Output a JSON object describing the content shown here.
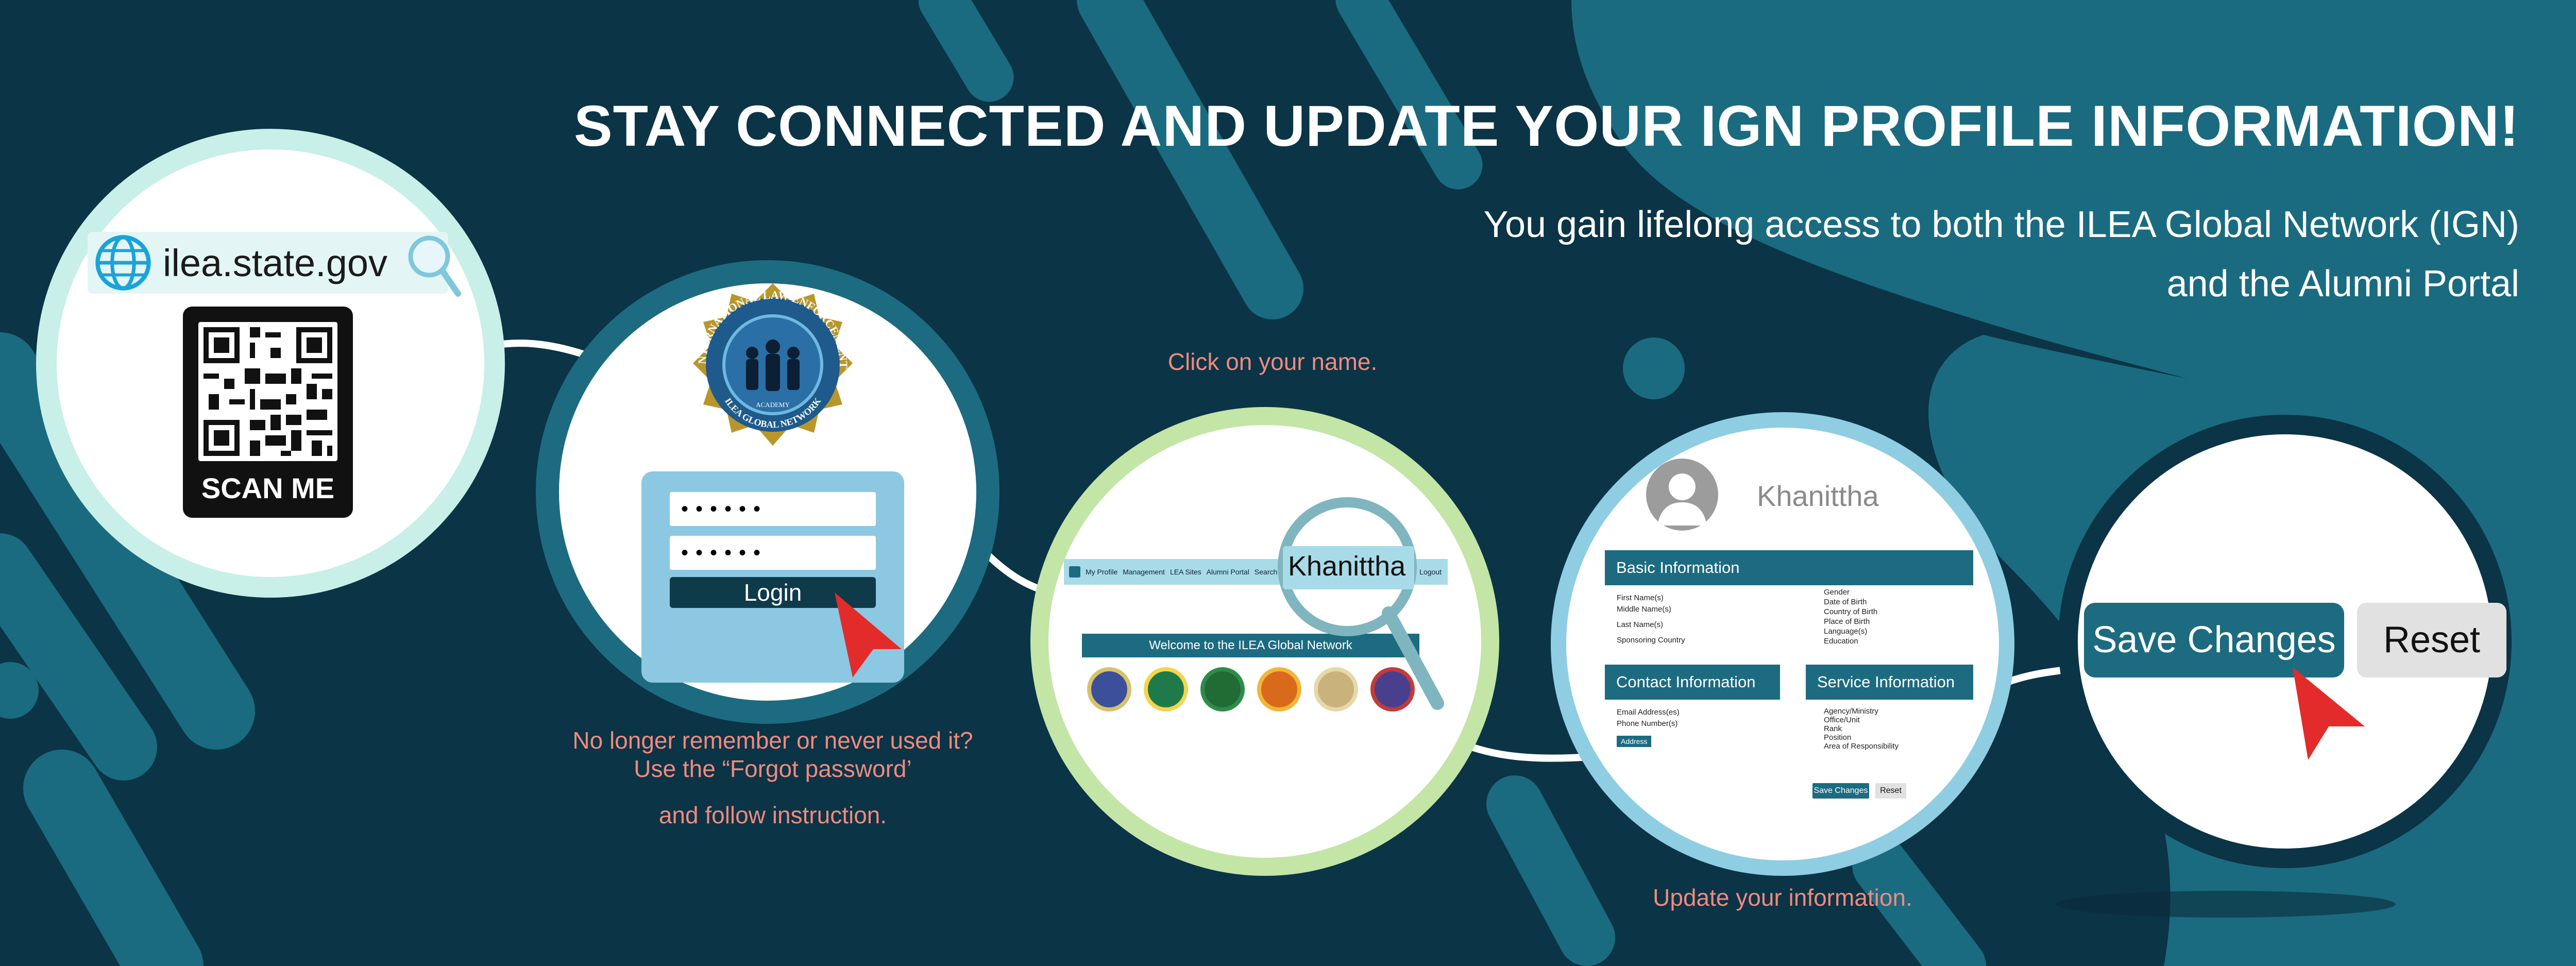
{
  "banner": {
    "headline": "STAY CONNECTED AND UPDATE YOUR IGN PROFILE INFORMATION!",
    "sub_line_1": "You gain lifelong access to both the ILEA Global Network (IGN)",
    "sub_line_2": "and the Alumni Portal"
  },
  "colors": {
    "background": "#0b3446",
    "teal_shape": "#1a6b7f",
    "accent_teal": "#1d6b80",
    "caption_coral": "#f08a7e",
    "cursor_red": "#e32b2b",
    "ring_light_teal": "#c8efe8",
    "ring_dark_teal": "#1d6b80",
    "ring_green": "#c3e5a6",
    "ring_light_blue": "#8fcde3",
    "ring_navy": "#0b3446"
  },
  "step1": {
    "url": "ilea.state.gov",
    "scan_label": "SCAN ME",
    "globe_icon": "globe-icon",
    "search_icon": "magnifier-icon"
  },
  "step2": {
    "logo_top_text": "INTERNATIONAL LAW ENFORCEMENT",
    "logo_bottom_text": "ILEA GLOBAL NETWORK",
    "logo_small_text": "ACADEMY",
    "password_1": "••••••",
    "password_2": "••••••",
    "login_label": "Login",
    "caption_1": "No longer remember or never used it?",
    "caption_2": "Use the “Forgot password’",
    "caption_3": "and follow instruction."
  },
  "step3": {
    "caption": "Click on your name.",
    "nav_items": [
      "My Profile",
      "Management",
      "LEA Sites",
      "Alumni Portal",
      "Search"
    ],
    "logout": "Logout",
    "name": "Khanittha",
    "welcome": "Welcome to the ILEA Global Network",
    "seal_colors": [
      "#3b4f9a",
      "#1f7a4a",
      "#216b35",
      "#d96a1c",
      "#c9b37a",
      "#4a3f8c"
    ]
  },
  "step4": {
    "caption": "Update your information.",
    "profile_name": "Khanittha",
    "basic_title": "Basic Information",
    "basic_left": [
      "First Name(s)",
      "Middle Name(s)",
      "Last Name(s)",
      "Sponsoring Country"
    ],
    "basic_right": [
      "Gender",
      "Date of Birth",
      "Country of Birth",
      "Place of Birth",
      "Language(s)",
      "Education"
    ],
    "contact_title": "Contact Information",
    "contact_fields": [
      "Email Address(es)",
      "Phone Number(s)"
    ],
    "address_label": "Address",
    "service_title": "Service Information",
    "service_fields": [
      "Agency/Ministry",
      "Office/Unit",
      "Rank",
      "Position",
      "Area of Responsibility"
    ],
    "save_label": "Save Changes",
    "reset_label": "Reset"
  },
  "step5": {
    "save_label": "Save Changes",
    "reset_label": "Reset"
  }
}
